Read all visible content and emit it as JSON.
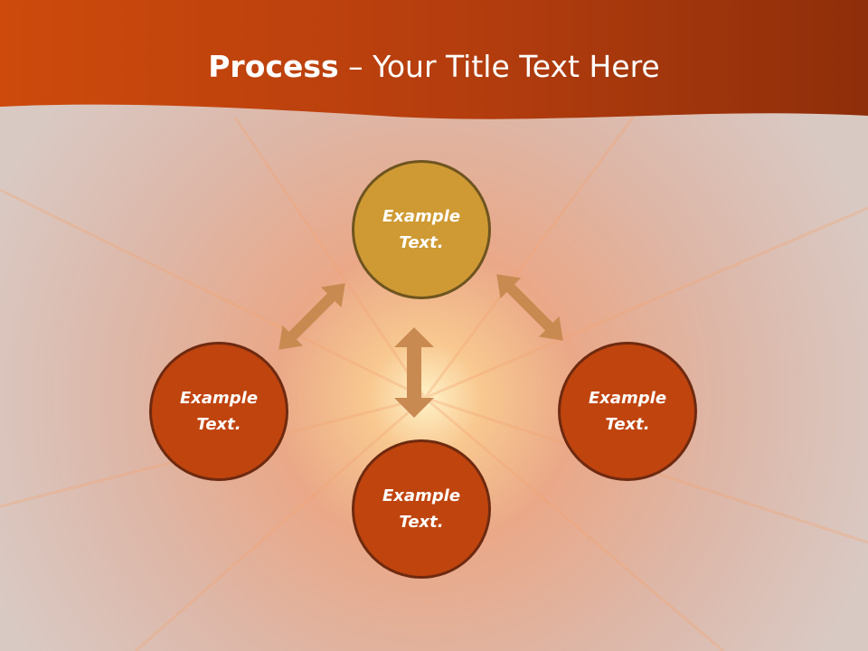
{
  "title": {
    "bold": "Process",
    "rest": " – Your Title Text Here"
  },
  "nodes": {
    "top": "Example Text.",
    "left": "Example Text.",
    "right": "Example Text.",
    "bottom": "Example Text."
  },
  "colors": {
    "header": "#b8400c",
    "node_gold": "#cf9a33",
    "node_rust": "#c0440e",
    "arrow": "#c98a52",
    "background": "#e4c3b4"
  }
}
